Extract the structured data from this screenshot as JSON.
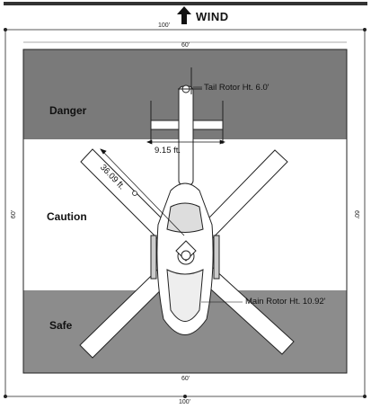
{
  "header": {
    "wind_label": "WIND"
  },
  "dimensions": {
    "outer_top": "100'",
    "outer_bottom": "100'",
    "outer_left": "60'",
    "outer_right": "60'",
    "inner_top": "60'",
    "inner_bottom": "60'"
  },
  "zones": {
    "danger": "Danger",
    "caution": "Caution",
    "safe": "Safe"
  },
  "annotations": {
    "tail_rotor": "Tail Rotor Ht. 6.0'",
    "main_rotor": "Main Rotor Ht. 10.92'",
    "rotor_radius": "36.09 ft.",
    "stabilizer_width": "9.15 ft."
  },
  "colors": {
    "danger_zone": "#7a7a7a",
    "safe_zone": "#8c8c8c",
    "caution_zone": "#ffffff",
    "line": "#222222"
  }
}
